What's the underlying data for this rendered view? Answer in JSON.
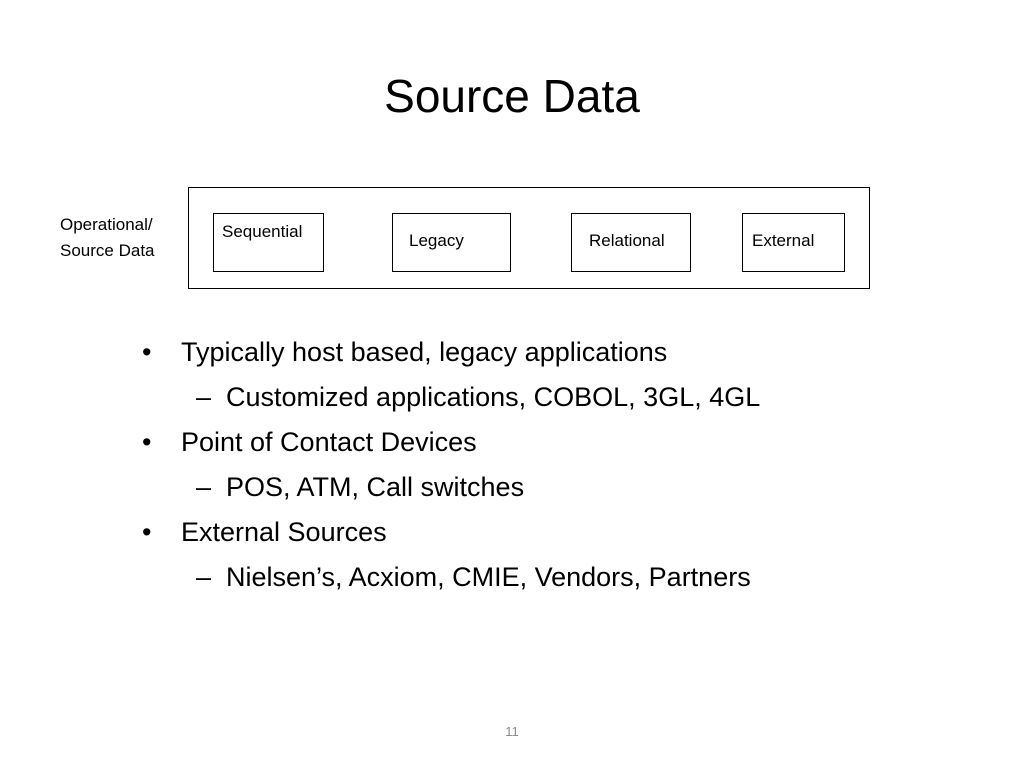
{
  "slide": {
    "title": "Source Data",
    "page_number": "11"
  },
  "diagram": {
    "label_lines": [
      "Operational/",
      "Source Data"
    ],
    "boxes": [
      "Sequential",
      "Legacy",
      "Relational",
      "External"
    ]
  },
  "bullets": [
    {
      "marker": "•",
      "text": "Typically host based, legacy applications"
    },
    {
      "marker": "–",
      "text": "Customized applications, COBOL, 3GL, 4GL"
    },
    {
      "marker": "•",
      "text": "Point of Contact Devices"
    },
    {
      "marker": "–",
      "text": "POS,  ATM, Call switches"
    },
    {
      "marker": "•",
      "text": "External Sources"
    },
    {
      "marker": "–",
      "text": "Nielsen’s, Acxiom, CMIE, Vendors, Partners"
    }
  ]
}
